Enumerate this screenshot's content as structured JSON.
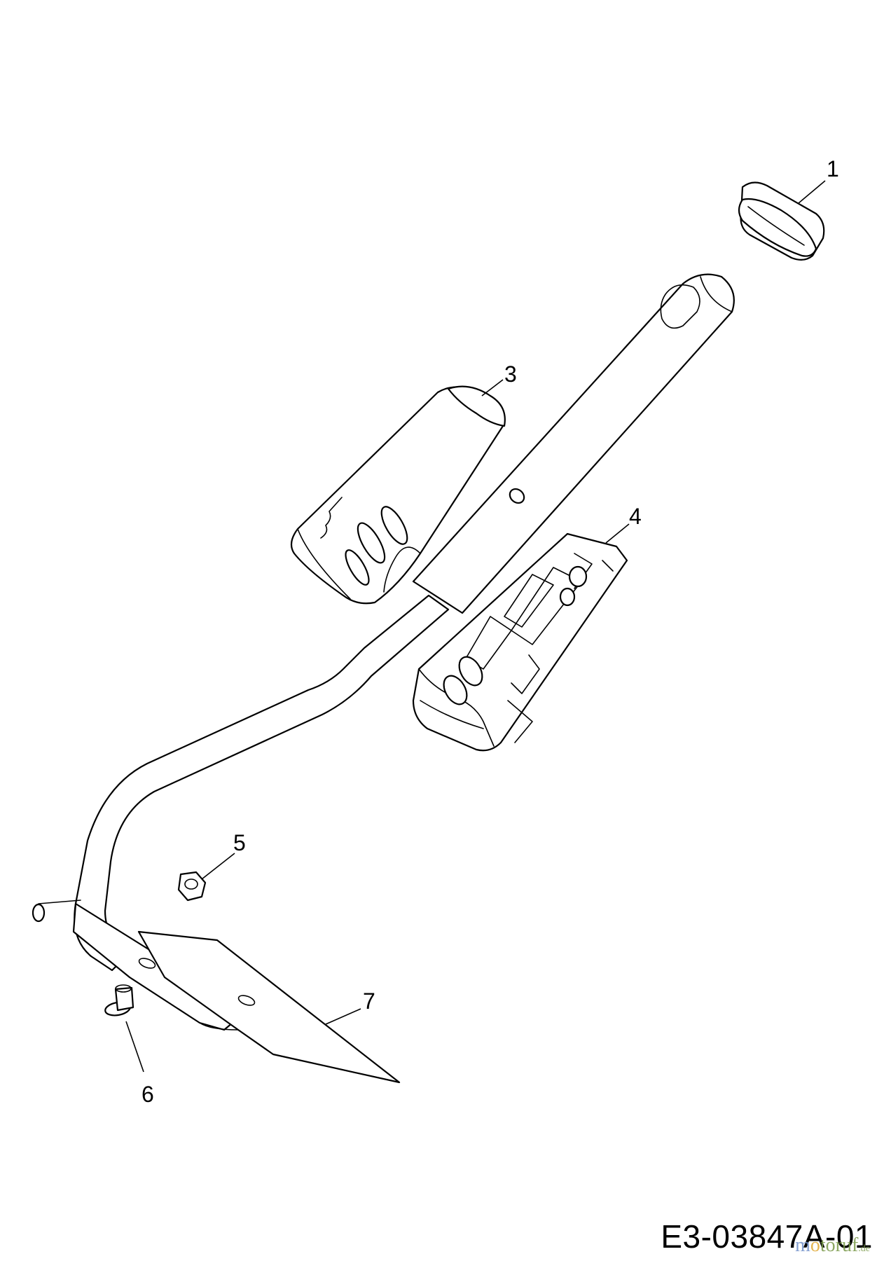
{
  "callouts": [
    "1",
    "3",
    "4",
    "5",
    "6",
    "7"
  ],
  "document_id": "E3-03847A-01",
  "watermark": {
    "m": "m",
    "o": "o",
    "rest": "toruf",
    "tld": ".de"
  },
  "colors": {
    "line": "#000000",
    "background": "#ffffff",
    "watermark_blue": "#6f8fc9",
    "watermark_orange": "#e0a832",
    "watermark_green": "#7a9a4a"
  }
}
